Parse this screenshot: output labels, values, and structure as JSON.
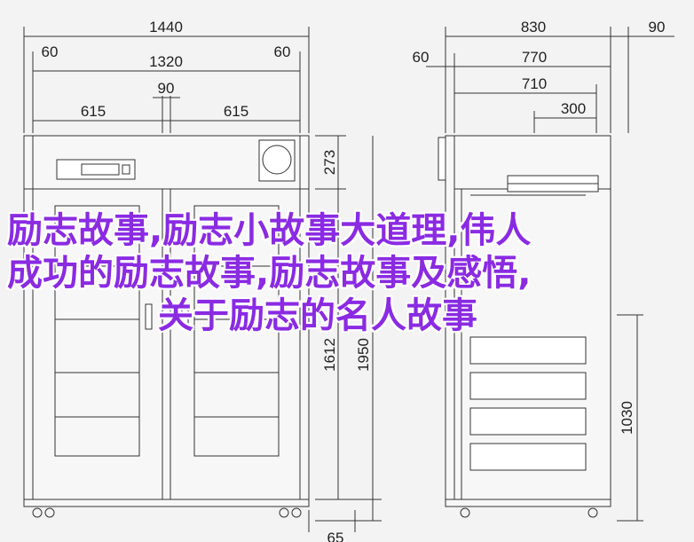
{
  "front_view": {
    "dims": {
      "overall_width": "1440",
      "left_margin": "60",
      "right_margin": "60",
      "inner_width": "1320",
      "center_gap": "90",
      "left_door": "615",
      "right_door": "615",
      "top_panel": "273",
      "door_height": "1612",
      "overall_height": "1950",
      "bottom_offset": "65"
    }
  },
  "side_view": {
    "dims": {
      "overall_depth": "830",
      "handle_depth": "90",
      "depth_770": "770",
      "front_offset": "60",
      "depth_710": "710",
      "depth_300": "300",
      "shelf_height": "1030"
    }
  },
  "overlay": {
    "line1": "励志故事,励志小故事大道理,伟人",
    "line2": "成功的励志故事,励志故事及感悟,",
    "line3": "关于励志的名人故事"
  },
  "colors": {
    "line": "#333333",
    "overlay_text": "#8a2be2"
  }
}
